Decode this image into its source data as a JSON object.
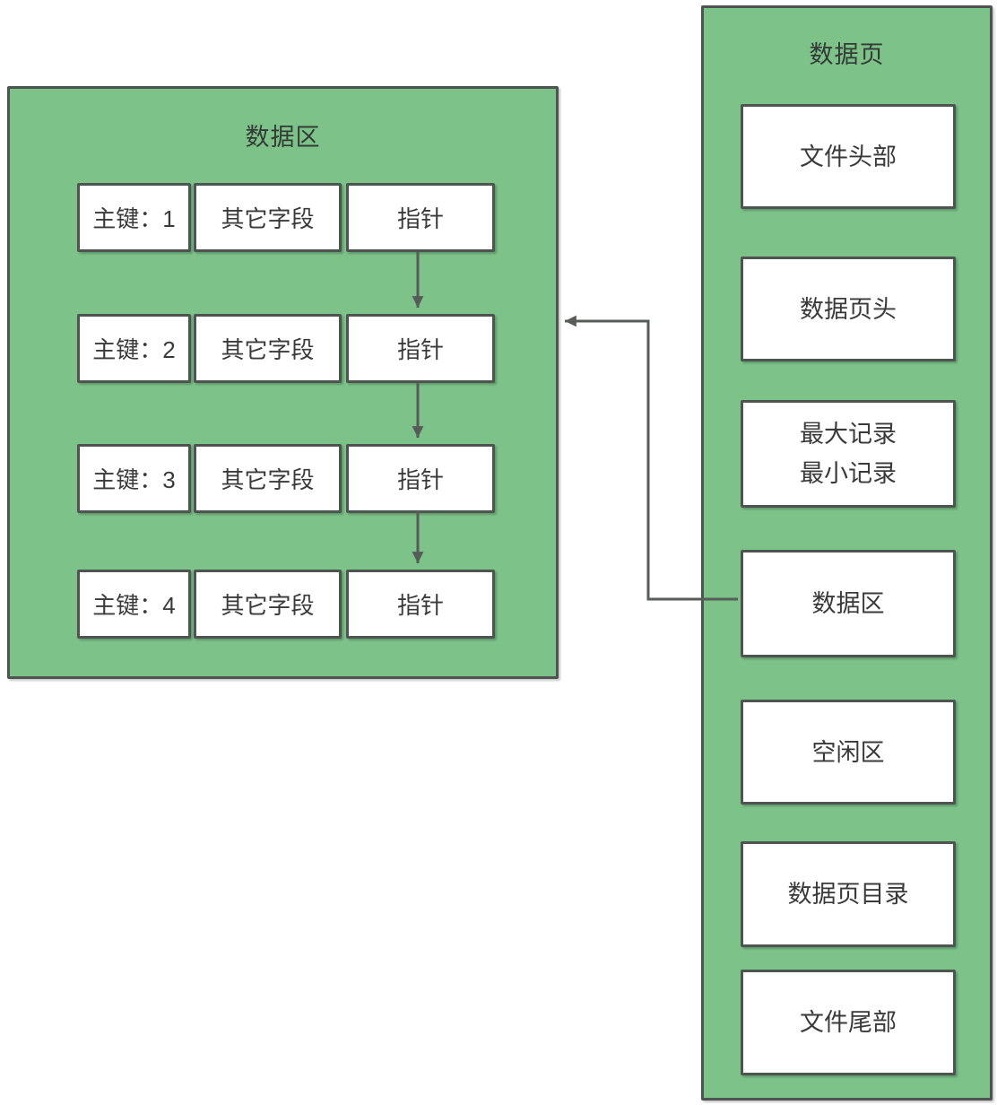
{
  "left_panel": {
    "title": "数据区",
    "records": [
      {
        "pk": "主键：1",
        "fields": "其它字段",
        "pointer": "指针"
      },
      {
        "pk": "主键：2",
        "fields": "其它字段",
        "pointer": "指针"
      },
      {
        "pk": "主键：3",
        "fields": "其它字段",
        "pointer": "指针"
      },
      {
        "pk": "主键：4",
        "fields": "其它字段",
        "pointer": "指针"
      }
    ]
  },
  "right_panel": {
    "title": "数据页",
    "boxes": [
      {
        "label": "文件头部"
      },
      {
        "label": "数据页头"
      },
      {
        "label": "最大记录",
        "label2": "最小记录"
      },
      {
        "label": "数据区"
      },
      {
        "label": "空闲区"
      },
      {
        "label": "数据页目录"
      },
      {
        "label": "文件尾部"
      }
    ]
  },
  "colors": {
    "panel_green": "#7cc289",
    "border_gray": "#4e5450",
    "arrow_gray": "#565c58",
    "text_dark": "#3a3a3a"
  }
}
